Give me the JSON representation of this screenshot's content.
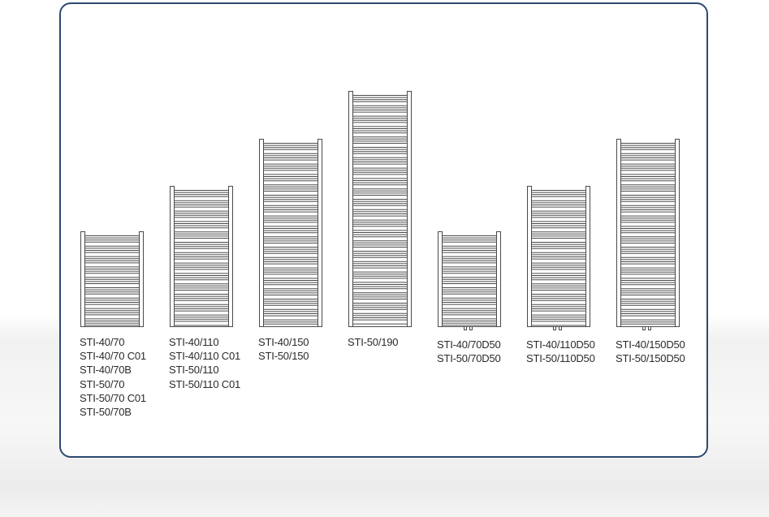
{
  "colors": {
    "frame_border": "#2c4a6e",
    "line": "#4a4a4a",
    "label_text": "#2a2a2a"
  },
  "radiators": [
    {
      "id": "sti-70",
      "labels": [
        "STI-40/70",
        "STI-40/70 C01",
        "STI-40/70B",
        "STI-50/70",
        "STI-50/70 C01",
        "STI-50/70B"
      ],
      "bottom_connection": false
    },
    {
      "id": "sti-110",
      "labels": [
        "STI-40/110",
        "STI-40/110 C01",
        "STI-50/110",
        "STI-50/110 C01"
      ],
      "bottom_connection": false
    },
    {
      "id": "sti-150",
      "labels": [
        "STI-40/150",
        "STI-50/150"
      ],
      "bottom_connection": false
    },
    {
      "id": "sti-190",
      "labels": [
        "STI-50/190"
      ],
      "bottom_connection": false
    },
    {
      "id": "sti-70d50",
      "labels": [
        "STI-40/70D50",
        "STI-50/70D50"
      ],
      "bottom_connection": true
    },
    {
      "id": "sti-110d50",
      "labels": [
        "STI-40/110D50",
        "STI-50/110D50"
      ],
      "bottom_connection": true
    },
    {
      "id": "sti-150d50",
      "labels": [
        "STI-40/150D50",
        "STI-50/150D50"
      ],
      "bottom_connection": true
    }
  ]
}
